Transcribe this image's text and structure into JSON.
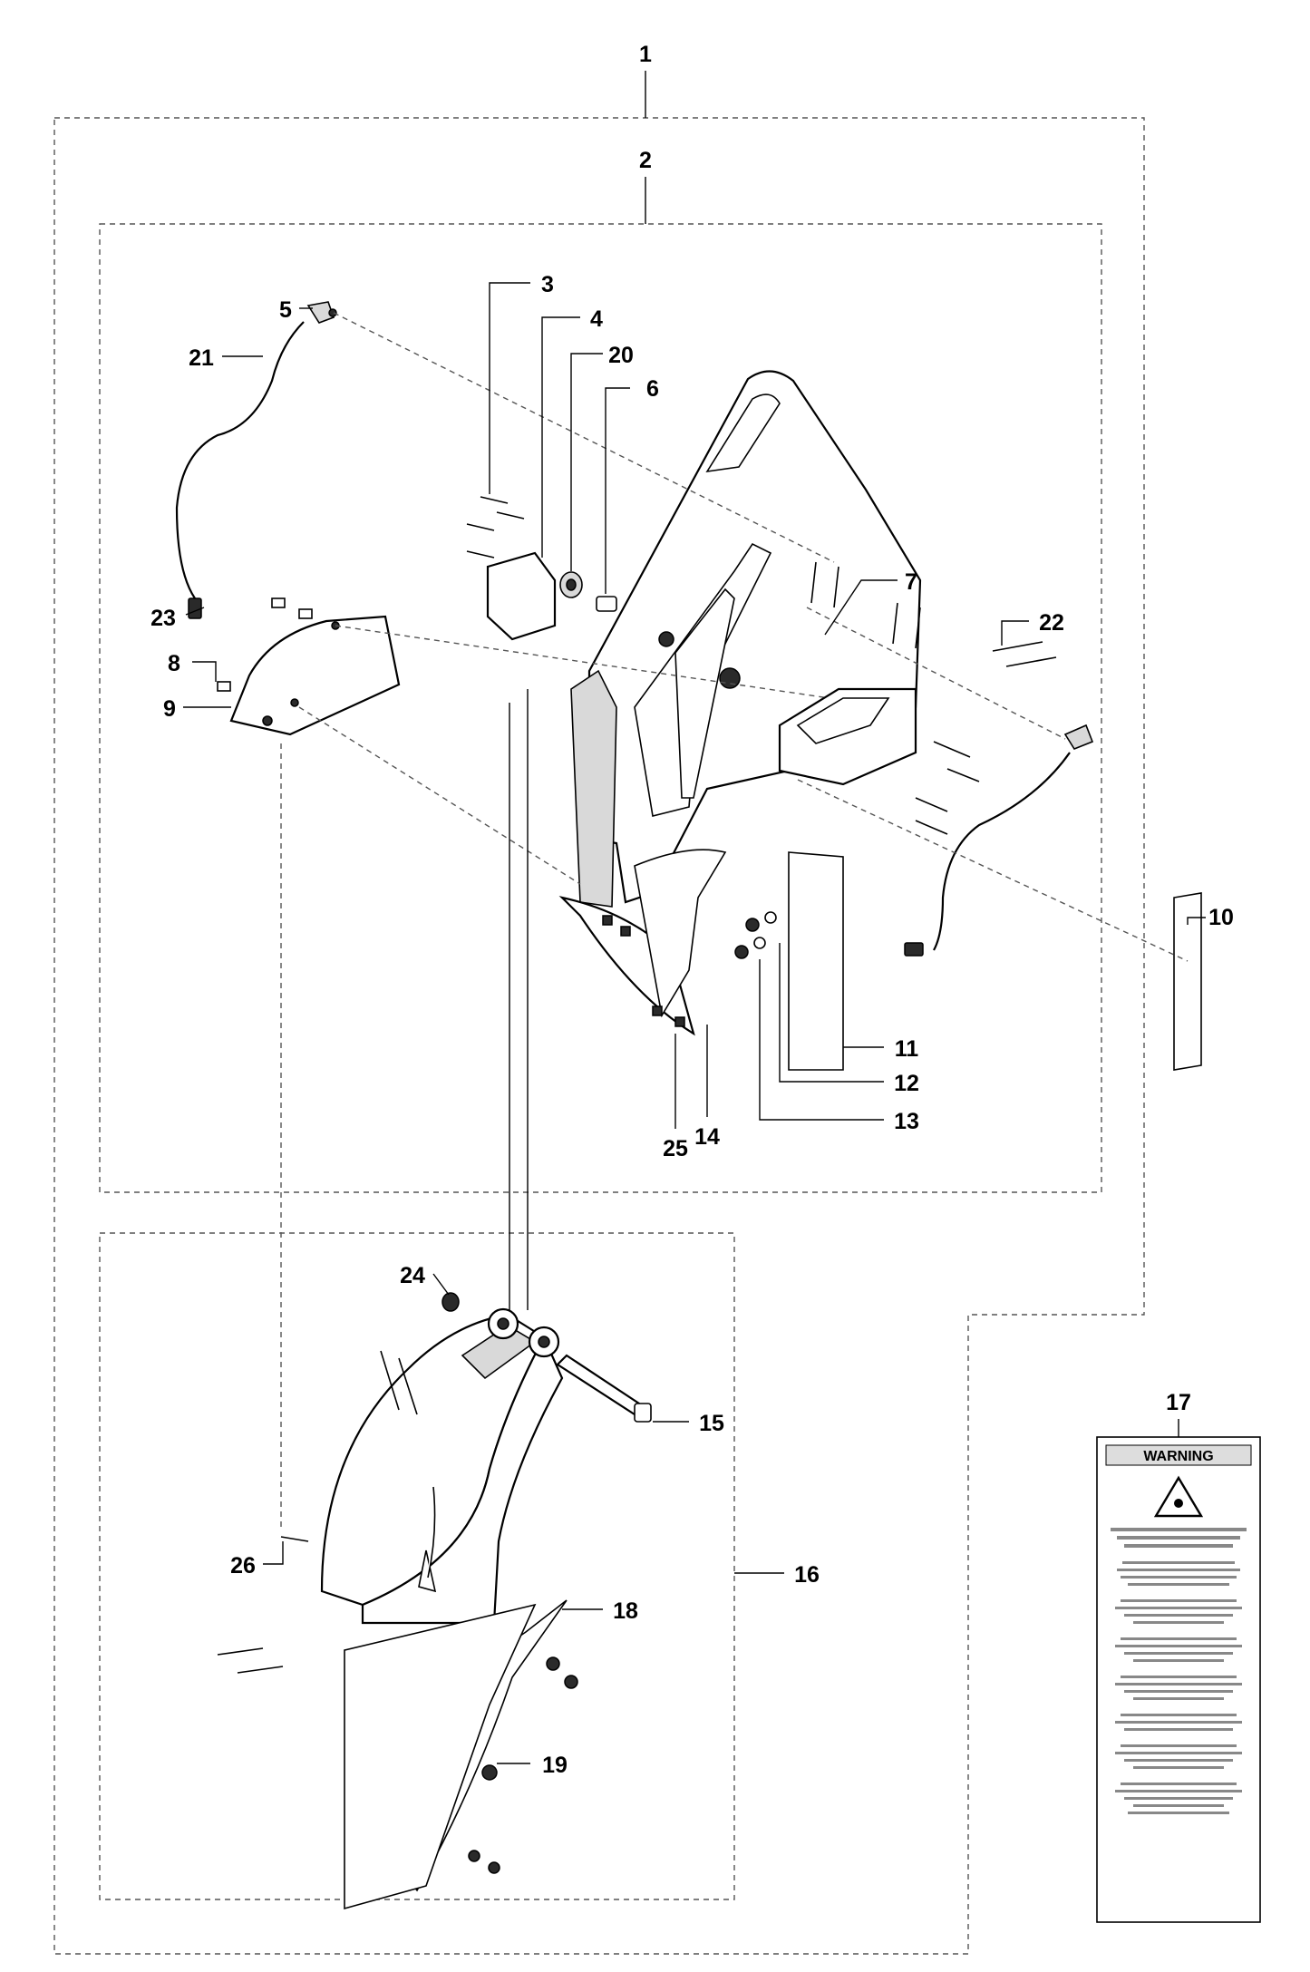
{
  "callouts": [
    {
      "id": "c1",
      "label": "1"
    },
    {
      "id": "c2",
      "label": "2"
    },
    {
      "id": "c3",
      "label": "3"
    },
    {
      "id": "c4",
      "label": "4"
    },
    {
      "id": "c5",
      "label": "5"
    },
    {
      "id": "c6",
      "label": "6"
    },
    {
      "id": "c7",
      "label": "7"
    },
    {
      "id": "c8",
      "label": "8"
    },
    {
      "id": "c9",
      "label": "9"
    },
    {
      "id": "c10",
      "label": "10"
    },
    {
      "id": "c11",
      "label": "11"
    },
    {
      "id": "c12",
      "label": "12"
    },
    {
      "id": "c13",
      "label": "13"
    },
    {
      "id": "c14",
      "label": "14"
    },
    {
      "id": "c15",
      "label": "15"
    },
    {
      "id": "c16",
      "label": "16"
    },
    {
      "id": "c17",
      "label": "17"
    },
    {
      "id": "c18",
      "label": "18"
    },
    {
      "id": "c19",
      "label": "19"
    },
    {
      "id": "c20",
      "label": "20"
    },
    {
      "id": "c21",
      "label": "21"
    },
    {
      "id": "c22",
      "label": "22"
    },
    {
      "id": "c23",
      "label": "23"
    },
    {
      "id": "c24",
      "label": "24"
    },
    {
      "id": "c25",
      "label": "25"
    },
    {
      "id": "c26",
      "label": "26"
    }
  ],
  "warning_label": {
    "title": "WARNING"
  }
}
